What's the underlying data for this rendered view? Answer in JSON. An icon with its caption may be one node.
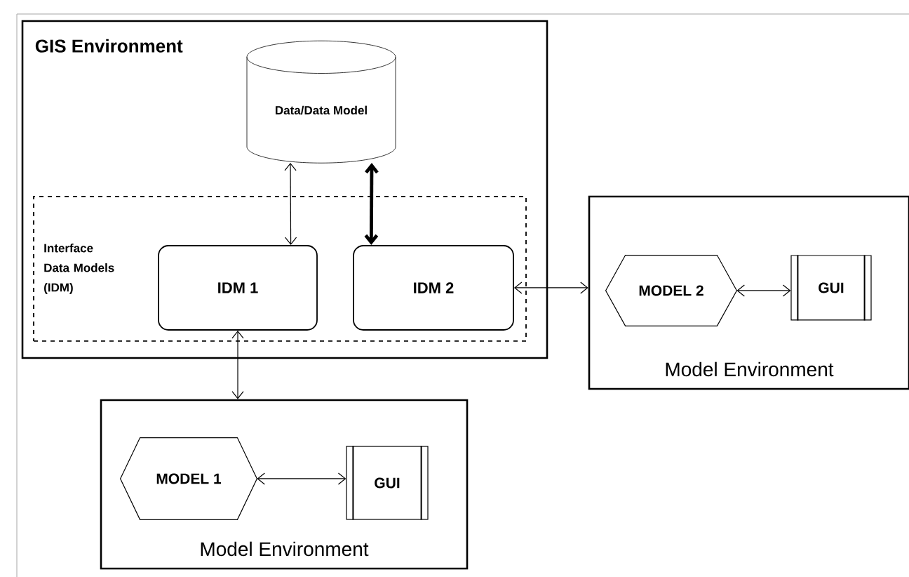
{
  "diagram": {
    "nodes": [
      {
        "text": [
          "GIS Environment"
        ]
      },
      {
        "text": [
          "Data/Data Model"
        ],
        "in": 0
      },
      {
        "text": [
          "Interface Data Models (IDM)"
        ],
        "in": 0
      },
      {
        "text": [
          "IDM 1"
        ],
        "in": 2
      },
      {
        "text": [
          "IDM 2"
        ],
        "in": 2
      },
      {
        "text": [
          "Model Environment"
        ]
      },
      {
        "text": [
          "MODEL 2"
        ],
        "in": 5
      },
      {
        "text": [
          "GUI"
        ],
        "in": 5
      },
      {
        "text": [
          "Model Environment"
        ]
      },
      {
        "text": [
          "MODEL 1"
        ],
        "in": 8
      },
      {
        "text": [
          "GUI"
        ],
        "in": 8
      }
    ],
    "edges": [
      {
        "from": 1,
        "to": 3,
        "arrow": "both"
      },
      {
        "from": 1,
        "to": 4,
        "arrow": "both",
        "style": "thick"
      },
      {
        "from": 4,
        "to": 5,
        "arrow": "both"
      },
      {
        "from": 3,
        "to": 8,
        "arrow": "both"
      },
      {
        "from": 6,
        "to": 7,
        "arrow": "both"
      },
      {
        "from": 9,
        "to": 10,
        "arrow": "both"
      }
    ]
  }
}
